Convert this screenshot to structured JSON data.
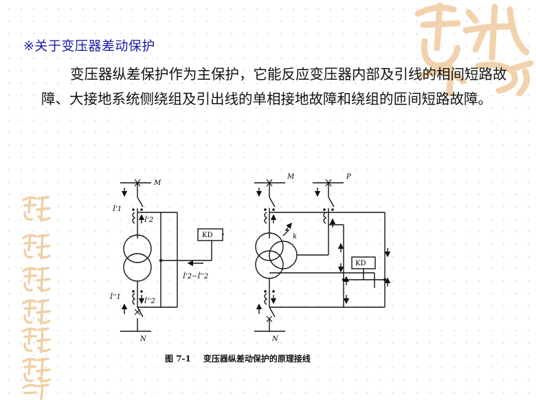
{
  "heading": "※关于变压器差动保护",
  "paragraph": "变压器纵差保护作为主保护，它能反应变压器内部及引线的相间短路故障、大接地系统侧绕组及引出线的单相接地故障和绕组的匝间短路故障。",
  "figure": {
    "caption_number": "图 7-1",
    "caption_text": "变压器纵差动保护的原理接线",
    "left_diagram": {
      "bus_top": "M",
      "bus_bottom": "N",
      "current_i1_prime": "İ'1",
      "current_i2_prime": "İ'2",
      "current_i1_dprime": "İ''1",
      "current_i2_dprime": "İ''2",
      "relay": "KD",
      "diff_current": "İ'2−İ''2"
    },
    "right_diagram": {
      "bus_m": "M",
      "bus_p": "P",
      "bus_n": "N",
      "fault": "k",
      "relay": "KD"
    }
  },
  "decoration": {
    "colors": {
      "accent": "#1a1aa6",
      "stamp": "#f0cfa6"
    }
  }
}
